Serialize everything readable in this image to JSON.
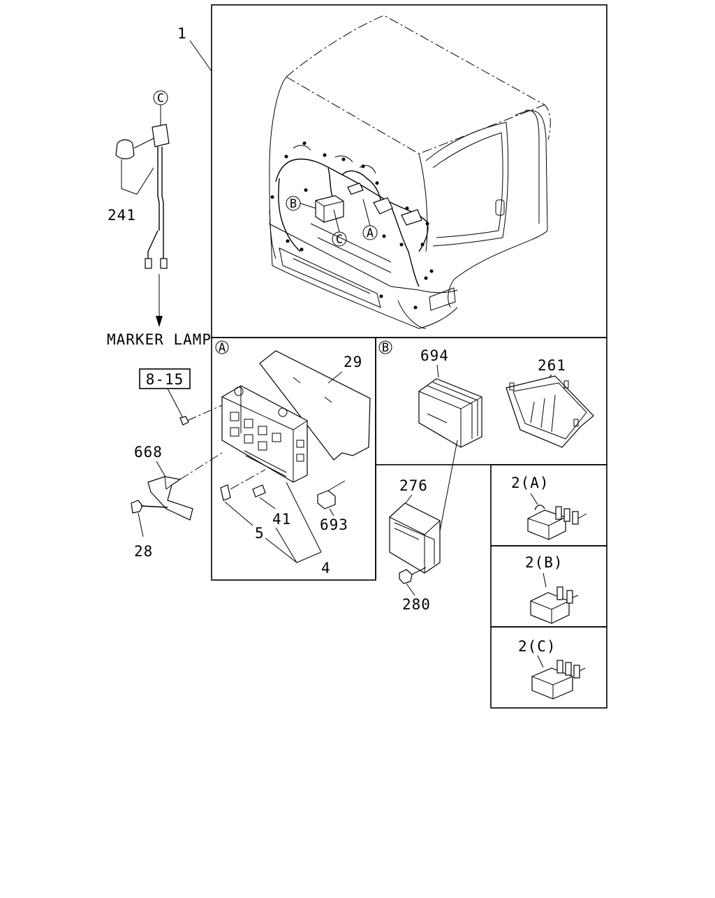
{
  "labels": {
    "part_1": "1",
    "part_241": "241",
    "marker_lamp": "MARKER LAMP",
    "ref_8_15": "8-15",
    "part_668": "668",
    "part_28": "28",
    "part_29": "29",
    "part_5": "5",
    "part_41": "41",
    "part_4": "4",
    "part_693": "693",
    "part_694": "694",
    "part_261": "261",
    "part_276": "276",
    "part_280": "280",
    "part_2a": "2(A)",
    "part_2b": "2(B)",
    "part_2c": "2(C)"
  },
  "callouts": {
    "a": "A",
    "b": "B",
    "c": "C"
  }
}
